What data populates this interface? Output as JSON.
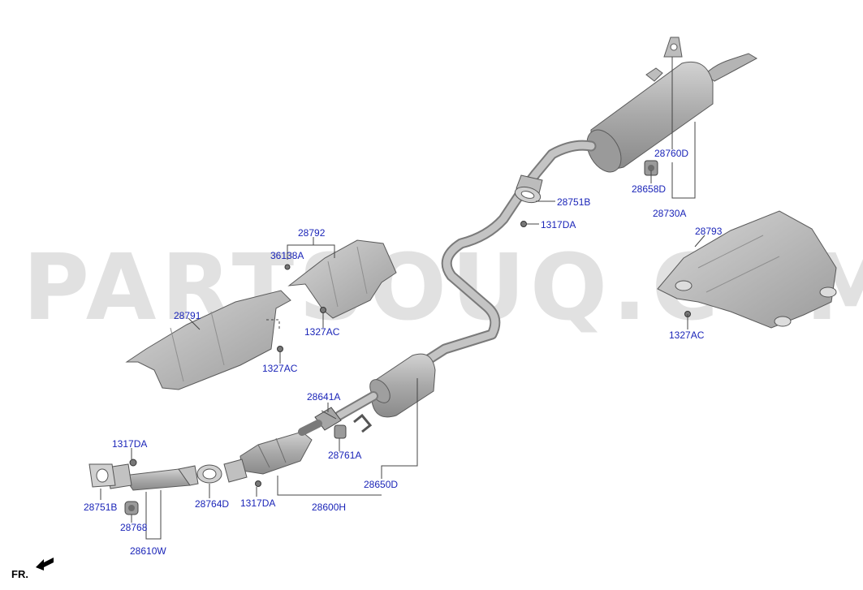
{
  "watermark": "PARTSOUQ.COM",
  "direction_marker": "FR.",
  "colors": {
    "label": "#1a24b8",
    "part_fill": "#b9b9b9",
    "part_dark": "#8e8e8e",
    "part_light": "#d8d8d8",
    "outline": "#5a5a5a",
    "leader": "#444444"
  },
  "labels": {
    "p28760D": "28760D",
    "p28658D": "28658D",
    "p28730A": "28730A",
    "p28751B_top": "28751B",
    "p1317DA_top": "1317DA",
    "p28793": "28793",
    "p1327AC_right": "1327AC",
    "p28792": "28792",
    "p36138A": "36138A",
    "p1327AC_mid": "1327AC",
    "p28791": "28791",
    "p1327AC_left": "1327AC",
    "p28641A": "28641A",
    "p28761A": "28761A",
    "p28650D": "28650D",
    "p1317DA_left": "1317DA",
    "p28751B_bottom": "28751B",
    "p28764D": "28764D",
    "p1317DA_bottom": "1317DA",
    "p28600H": "28600H",
    "p28768": "28768",
    "p28610W": "28610W"
  }
}
